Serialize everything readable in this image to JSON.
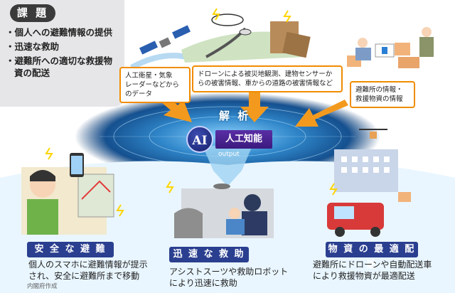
{
  "issues": {
    "badge": "課 題",
    "items": [
      "・個人への避難情報の提供",
      "・迅速な救助",
      "・避難所への適切な救援物",
      "資の配送"
    ]
  },
  "callouts": {
    "satellite": [
      "人工衛星・気象",
      "レーダーなどから",
      "のデータ"
    ],
    "drone": [
      "ドローンによる被災地観測、建物センサーか",
      "らの被害情報、車からの道路の被害情報など"
    ],
    "shelter": [
      "避難所の情報・",
      "救援物資の情報"
    ]
  },
  "ai": {
    "analysis": "解 析",
    "core": "AI",
    "label": "人工知能",
    "output": "output"
  },
  "benefits": [
    {
      "title": "安 全 な 避 難",
      "text": [
        "個人のスマホに避難情報が提示",
        "され、安全に避難所まで移動"
      ]
    },
    {
      "title": "迅 速 な 救 助",
      "text": [
        "アシストスーツや救助ロボット",
        "により迅速に救助"
      ]
    },
    {
      "title": "物 資 の 最 適 配 送",
      "text": [
        "避難所にドローンや自動配送車",
        "により救援物資が最適配送"
      ]
    }
  ],
  "source": "内閣府作成",
  "colors": {
    "callout_border": "#f08c00",
    "arrow": "#f39a1e",
    "ai_purple": "#4a2496",
    "benefit_navy": "#2a3f8f",
    "cyber_blue": "#1f6aa8"
  }
}
